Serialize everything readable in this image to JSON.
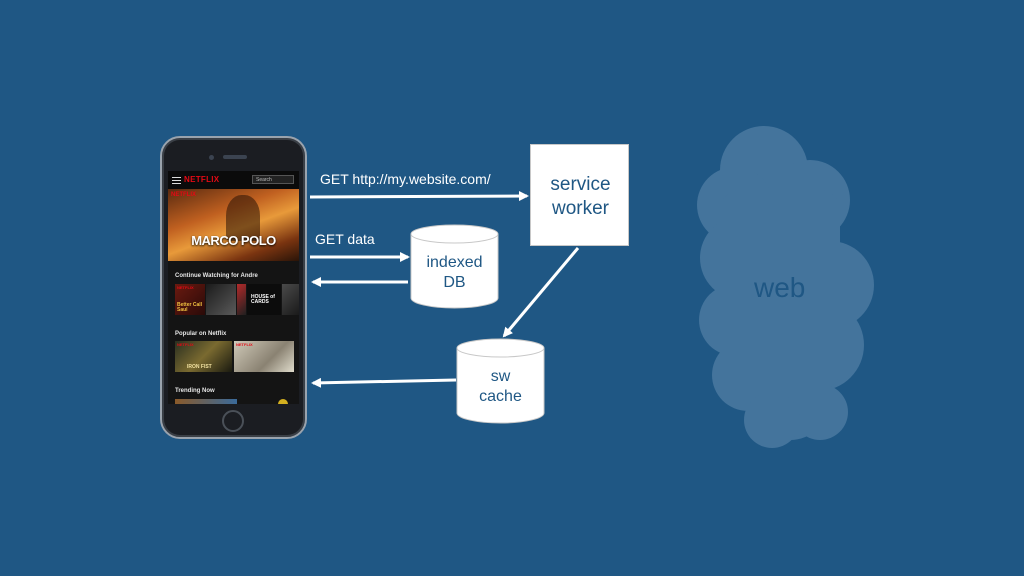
{
  "phone_screen": {
    "logo": "NETFLIX",
    "search_placeholder": "Search",
    "hero_logo": "NETFLIX",
    "hero_title": "MARCO POLO",
    "rows": [
      {
        "label": "Continue Watching for Andre",
        "tiles": [
          {
            "logo": "NETFLIX",
            "text": "Better Call Saul"
          },
          {
            "logo": "",
            "text": ""
          },
          {
            "logo": "",
            "text": ""
          },
          {
            "logo": "",
            "text": "HOUSE of CARDS"
          },
          {
            "logo": "",
            "text": ""
          }
        ]
      },
      {
        "label": "Popular on Netflix",
        "tiles": [
          {
            "logo": "NETFLIX",
            "text": "IRON FIST"
          },
          {
            "logo": "NETFLIX",
            "text": ""
          }
        ]
      },
      {
        "label": "Trending Now",
        "tiles": []
      }
    ]
  },
  "diagram": {
    "request_label": "GET http://my.website.com/",
    "data_label": "GET data",
    "service_worker": [
      "service",
      "worker"
    ],
    "indexed_db": [
      "indexed",
      "DB"
    ],
    "sw_cache": [
      "sw",
      "cache"
    ],
    "web": "web"
  },
  "colors": {
    "background": "#1f5784",
    "box": "#ffffff",
    "cloud": "#44749c",
    "arrow": "#ffffff",
    "accent": "#e50914"
  }
}
